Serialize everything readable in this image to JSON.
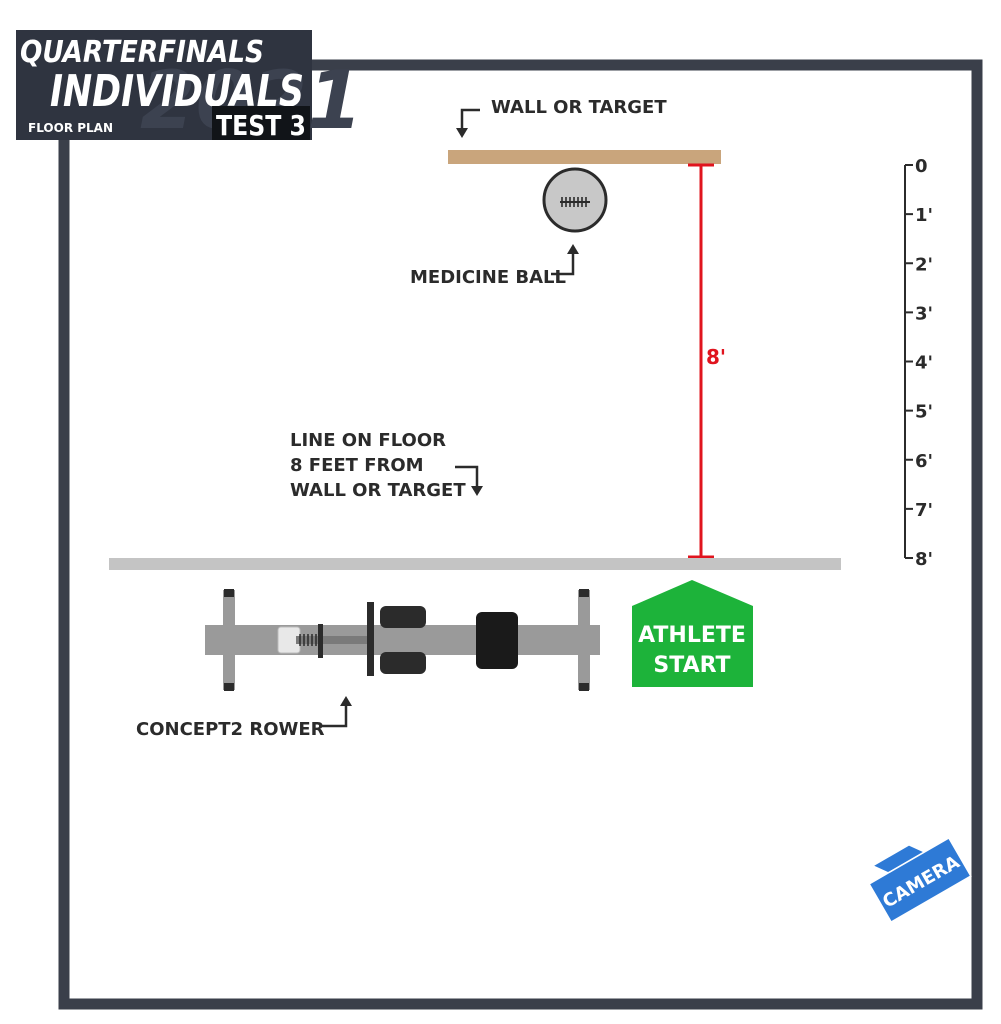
{
  "header": {
    "title_line1": "QUARTERFINALS",
    "title_line2": "INDIVIDUALS",
    "subtitle": "FLOOR PLAN",
    "badge": "TEST 3",
    "watermark": "2021"
  },
  "labels": {
    "wall": "WALL OR TARGET",
    "medicine_ball": "MEDICINE BALL",
    "distance": "8'",
    "floor_line": [
      "LINE ON FLOOR",
      "8 FEET FROM",
      "WALL OR TARGET"
    ],
    "athlete_start": [
      "ATHLETE",
      "START"
    ],
    "rower": "CONCEPT2 ROWER",
    "camera": "CAMERA"
  },
  "scale": {
    "ticks": [
      "0",
      "1'",
      "2'",
      "3'",
      "4'",
      "5'",
      "6'",
      "7'",
      "8'"
    ]
  },
  "colors": {
    "frame": "#3a3f4a",
    "header_bg": "#2f3440",
    "wall": "#c9a57c",
    "floor_line": "#c4c4c4",
    "measure": "#e0141e",
    "athlete_start": "#1db33a",
    "camera": "#2e7ad6",
    "rower": "#9a9a9a"
  },
  "icons": {
    "arrows": "bent-arrow-icon",
    "camera": "camera-icon",
    "ball": "medicine-ball-icon"
  }
}
